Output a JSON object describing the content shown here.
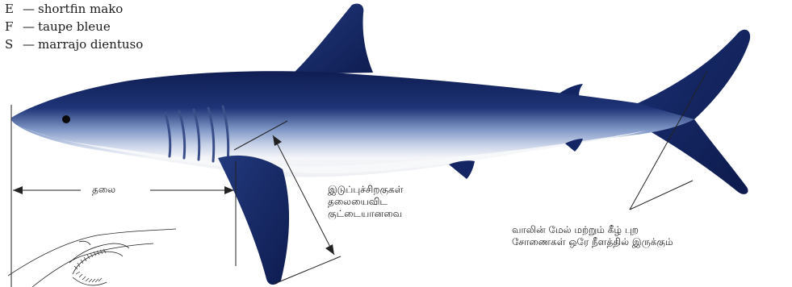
{
  "names": [
    {
      "code": "E",
      "dash": "—",
      "name": "shortfin mako"
    },
    {
      "code": "F",
      "dash": "—",
      "name": "taupe bleue"
    },
    {
      "code": "S",
      "dash": "—",
      "name": "marrajo dientuso"
    }
  ],
  "annotations": {
    "head_label": "தலை",
    "pectoral_label": [
      "இடுப்புச்சிறகுகள்",
      "தலையைவிட",
      "குட்டையானவை"
    ],
    "tail_label": [
      "வாலின் மேல் மற்றும் கீழ் புற",
      "சோணைகள் ஒரே நீளத்தில் இருக்கும்"
    ]
  },
  "colors": {
    "dorsal": "#1c2f6e",
    "dorsal_dark": "#0f1d52",
    "flank": "#8fa6cf",
    "belly": "#f3f4f7",
    "line": "#222222"
  }
}
